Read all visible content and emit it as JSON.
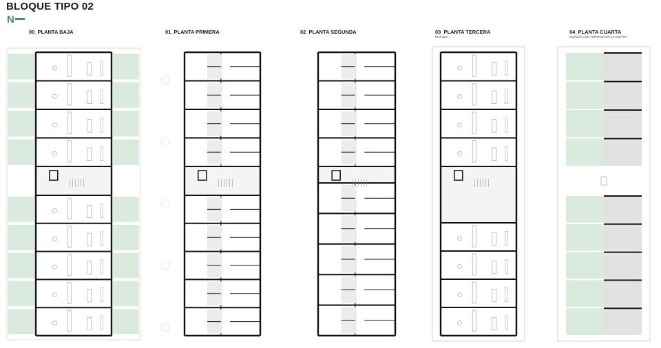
{
  "title": "BLOQUE TIPO 02",
  "north": {
    "label": "N",
    "icon": "north-arrow-icon",
    "color": "#4c8f6e"
  },
  "colors": {
    "wall": "#111111",
    "garden": "#dbeadf",
    "terrace": "#e2e2e2",
    "line": "#9a9a9a",
    "border": "#c8c8c8"
  },
  "plans": [
    {
      "label": "00_PLANTA BAJA",
      "subtitle": "",
      "type": "ground"
    },
    {
      "label": "01_PLANTA PRIMERA",
      "subtitle": "",
      "type": "first"
    },
    {
      "label": "02_PLANTA SEGUNDA",
      "subtitle": "",
      "type": "second"
    },
    {
      "label": "03_PLANTA TERCERA",
      "subtitle": "DUPLEX",
      "type": "third"
    },
    {
      "label": "04_PLANTA CUARTA",
      "subtitle": "DUPLEX CON TERRAZA EN LA AZOTEA",
      "type": "roof"
    }
  ]
}
